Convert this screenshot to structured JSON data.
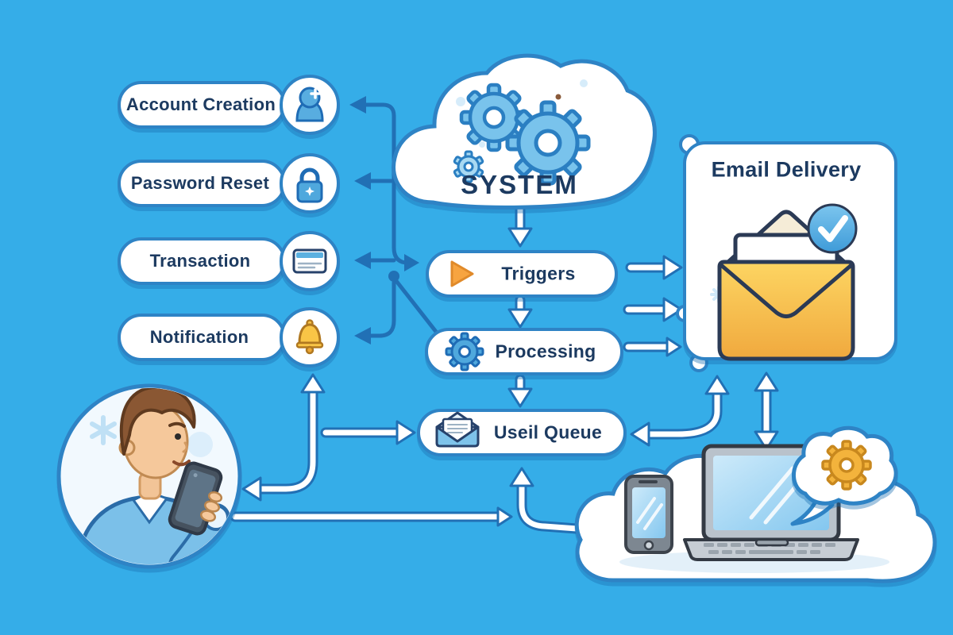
{
  "scene": {
    "background_color": "#35ade8",
    "outline_color": "#2e83c5",
    "arrow_color": "#2170b5",
    "text_color": "#1c3a60"
  },
  "event_pills": [
    {
      "label": "Account Creation",
      "icon": "user-plus-icon"
    },
    {
      "label": "Password Reset",
      "icon": "lock-icon"
    },
    {
      "label": "Transaction",
      "icon": "credit-card-icon"
    },
    {
      "label": "Notification",
      "icon": "bell-icon",
      "icon_color": "#f9c546"
    }
  ],
  "system_cloud": {
    "label": "SYSTEM",
    "icon": "gears-icon",
    "gear_color": "#79c3ec"
  },
  "flow_pills": [
    {
      "label": "Triggers",
      "icon": "play-icon",
      "icon_color": "#f7a440"
    },
    {
      "label": "Processing",
      "icon": "gear-icon",
      "icon_color": "#4fa8dd"
    },
    {
      "label": "Useil Queue",
      "icon": "open-envelope-icon",
      "icon_color": "#7ec3ea"
    }
  ],
  "delivery_panel": {
    "title": "Email Delivery",
    "icon": "envelope-check-icon",
    "envelope_color": "#f9c24a",
    "check_badge_color": "#4aa7e0"
  },
  "illustrations": {
    "user": "person-using-phone",
    "devices": [
      "smartphone",
      "laptop",
      "gear-speech-bubble"
    ]
  }
}
